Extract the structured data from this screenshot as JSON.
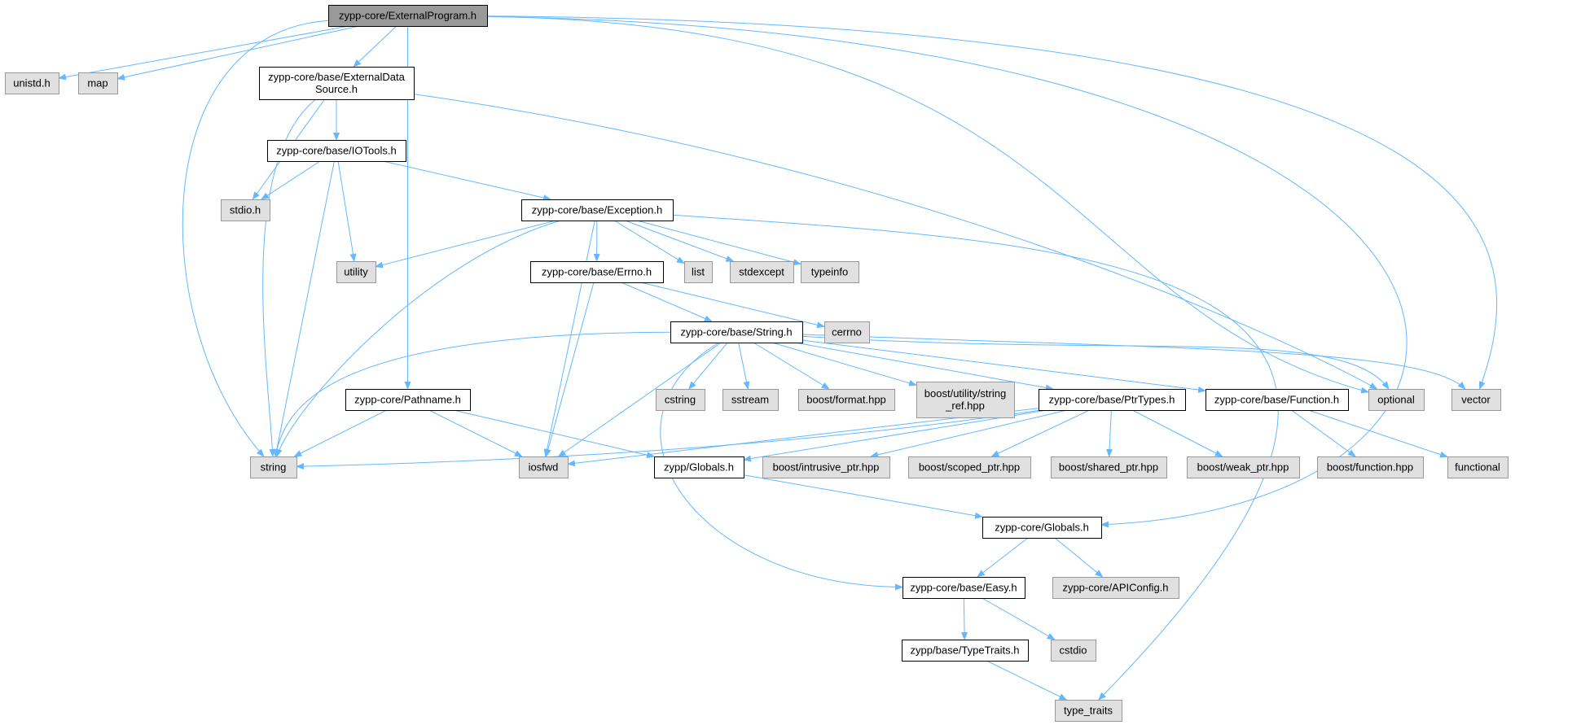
{
  "diagram": {
    "type": "include-dependency-graph",
    "colors": {
      "edge": "#63b8ff",
      "root_fill": "#999999",
      "local_fill": "#ffffff",
      "system_fill": "#e0e0e0",
      "border_local": "#000000",
      "border_system": "#999999"
    },
    "nodes": [
      {
        "id": "externalprogram",
        "lines": [
          "zypp-core/ExternalProgram.h"
        ],
        "kind": "root"
      },
      {
        "id": "unistd",
        "lines": [
          "unistd.h"
        ],
        "kind": "system"
      },
      {
        "id": "map",
        "lines": [
          "map"
        ],
        "kind": "system"
      },
      {
        "id": "externaldatasource",
        "lines": [
          "zypp-core/base/ExternalData",
          "Source.h"
        ],
        "kind": "local"
      },
      {
        "id": "iotools",
        "lines": [
          "zypp-core/base/IOTools.h"
        ],
        "kind": "local"
      },
      {
        "id": "stdio",
        "lines": [
          "stdio.h"
        ],
        "kind": "system"
      },
      {
        "id": "exception",
        "lines": [
          "zypp-core/base/Exception.h"
        ],
        "kind": "local"
      },
      {
        "id": "utility",
        "lines": [
          "utility"
        ],
        "kind": "system"
      },
      {
        "id": "errno",
        "lines": [
          "zypp-core/base/Errno.h"
        ],
        "kind": "local"
      },
      {
        "id": "list",
        "lines": [
          "list"
        ],
        "kind": "system"
      },
      {
        "id": "stdexcept",
        "lines": [
          "stdexcept"
        ],
        "kind": "system"
      },
      {
        "id": "typeinfo",
        "lines": [
          "typeinfo"
        ],
        "kind": "system"
      },
      {
        "id": "cerrno",
        "lines": [
          "cerrno"
        ],
        "kind": "system"
      },
      {
        "id": "stringh",
        "lines": [
          "zypp-core/base/String.h"
        ],
        "kind": "local"
      },
      {
        "id": "pathname",
        "lines": [
          "zypp-core/Pathname.h"
        ],
        "kind": "local"
      },
      {
        "id": "cstring",
        "lines": [
          "cstring"
        ],
        "kind": "system"
      },
      {
        "id": "sstream",
        "lines": [
          "sstream"
        ],
        "kind": "system"
      },
      {
        "id": "boostformat",
        "lines": [
          "boost/format.hpp"
        ],
        "kind": "system"
      },
      {
        "id": "boostutility",
        "lines": [
          "boost/utility/string",
          "_ref.hpp"
        ],
        "kind": "system"
      },
      {
        "id": "ptrtypes",
        "lines": [
          "zypp-core/base/PtrTypes.h"
        ],
        "kind": "local"
      },
      {
        "id": "function",
        "lines": [
          "zypp-core/base/Function.h"
        ],
        "kind": "local"
      },
      {
        "id": "optional",
        "lines": [
          "optional"
        ],
        "kind": "system"
      },
      {
        "id": "vector",
        "lines": [
          "vector"
        ],
        "kind": "system"
      },
      {
        "id": "string",
        "lines": [
          "string"
        ],
        "kind": "system"
      },
      {
        "id": "iosfwd",
        "lines": [
          "iosfwd"
        ],
        "kind": "system"
      },
      {
        "id": "zyppglobals",
        "lines": [
          "zypp/Globals.h"
        ],
        "kind": "local"
      },
      {
        "id": "intrusiveptr",
        "lines": [
          "boost/intrusive_ptr.hpp"
        ],
        "kind": "system"
      },
      {
        "id": "scopedptr",
        "lines": [
          "boost/scoped_ptr.hpp"
        ],
        "kind": "system"
      },
      {
        "id": "sharedptr",
        "lines": [
          "boost/shared_ptr.hpp"
        ],
        "kind": "system"
      },
      {
        "id": "weakptr",
        "lines": [
          "boost/weak_ptr.hpp"
        ],
        "kind": "system"
      },
      {
        "id": "boostfunction",
        "lines": [
          "boost/function.hpp"
        ],
        "kind": "system"
      },
      {
        "id": "functional",
        "lines": [
          "functional"
        ],
        "kind": "system"
      },
      {
        "id": "coreglobals",
        "lines": [
          "zypp-core/Globals.h"
        ],
        "kind": "local"
      },
      {
        "id": "easy",
        "lines": [
          "zypp-core/base/Easy.h"
        ],
        "kind": "local"
      },
      {
        "id": "apiconfig",
        "lines": [
          "zypp-core/APIConfig.h"
        ],
        "kind": "system"
      },
      {
        "id": "typetraitsh",
        "lines": [
          "zypp/base/TypeTraits.h"
        ],
        "kind": "local"
      },
      {
        "id": "cstdio",
        "lines": [
          "cstdio"
        ],
        "kind": "system"
      },
      {
        "id": "type_traits",
        "lines": [
          "type_traits"
        ],
        "kind": "system"
      }
    ],
    "edges": [
      [
        "externalprogram",
        "unistd"
      ],
      [
        "externalprogram",
        "map"
      ],
      [
        "externalprogram",
        "string"
      ],
      [
        "externalprogram",
        "externaldatasource"
      ],
      [
        "externalprogram",
        "pathname"
      ],
      [
        "externalprogram",
        "optional"
      ],
      [
        "externalprogram",
        "vector"
      ],
      [
        "externalprogram",
        "coreglobals"
      ],
      [
        "externaldatasource",
        "stdio"
      ],
      [
        "externaldatasource",
        "iotools"
      ],
      [
        "externaldatasource",
        "string"
      ],
      [
        "externaldatasource",
        "optional"
      ],
      [
        "iotools",
        "stdio"
      ],
      [
        "iotools",
        "utility"
      ],
      [
        "iotools",
        "string"
      ],
      [
        "iotools",
        "exception"
      ],
      [
        "exception",
        "utility"
      ],
      [
        "exception",
        "string"
      ],
      [
        "exception",
        "iosfwd"
      ],
      [
        "exception",
        "errno"
      ],
      [
        "exception",
        "list"
      ],
      [
        "exception",
        "stdexcept"
      ],
      [
        "exception",
        "typeinfo"
      ],
      [
        "exception",
        "type_traits"
      ],
      [
        "errno",
        "cerrno"
      ],
      [
        "errno",
        "stringh"
      ],
      [
        "errno",
        "iosfwd"
      ],
      [
        "stringh",
        "string"
      ],
      [
        "stringh",
        "iosfwd"
      ],
      [
        "stringh",
        "cstring"
      ],
      [
        "stringh",
        "sstream"
      ],
      [
        "stringh",
        "boostformat"
      ],
      [
        "stringh",
        "boostutility"
      ],
      [
        "stringh",
        "ptrtypes"
      ],
      [
        "stringh",
        "function"
      ],
      [
        "stringh",
        "optional"
      ],
      [
        "stringh",
        "vector"
      ],
      [
        "stringh",
        "easy"
      ],
      [
        "pathname",
        "string"
      ],
      [
        "pathname",
        "iosfwd"
      ],
      [
        "pathname",
        "zyppglobals"
      ],
      [
        "ptrtypes",
        "string"
      ],
      [
        "ptrtypes",
        "iosfwd"
      ],
      [
        "ptrtypes",
        "zyppglobals"
      ],
      [
        "ptrtypes",
        "intrusiveptr"
      ],
      [
        "ptrtypes",
        "scopedptr"
      ],
      [
        "ptrtypes",
        "sharedptr"
      ],
      [
        "ptrtypes",
        "weakptr"
      ],
      [
        "function",
        "boostfunction"
      ],
      [
        "function",
        "functional"
      ],
      [
        "zyppglobals",
        "coreglobals"
      ],
      [
        "coreglobals",
        "easy"
      ],
      [
        "coreglobals",
        "apiconfig"
      ],
      [
        "easy",
        "typetraitsh"
      ],
      [
        "easy",
        "cstdio"
      ],
      [
        "typetraitsh",
        "type_traits"
      ]
    ]
  }
}
